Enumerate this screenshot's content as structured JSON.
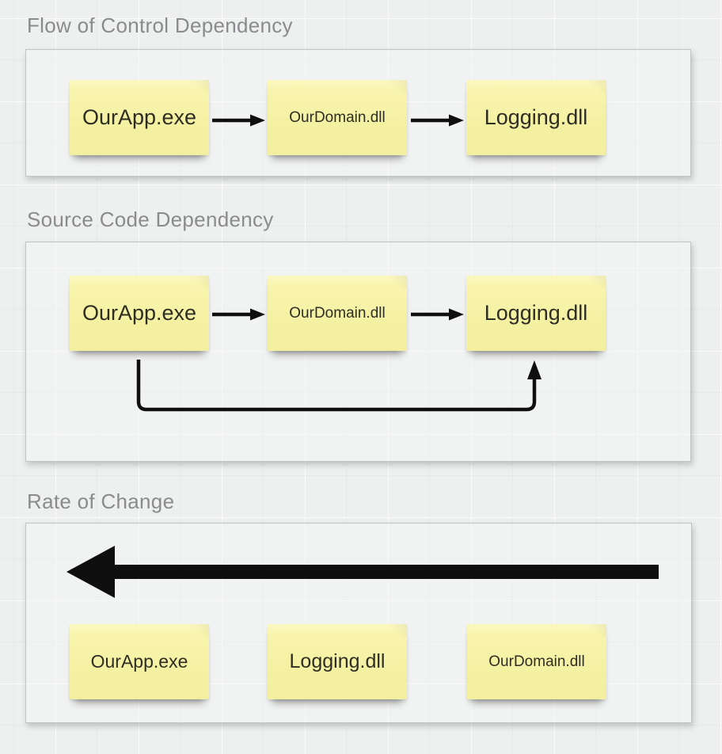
{
  "board": {
    "sections": [
      {
        "title": "Flow of Control Dependency",
        "notes": [
          {
            "label": "OurApp.exe"
          },
          {
            "label": "OurDomain.dll"
          },
          {
            "label": "Logging.dll"
          }
        ]
      },
      {
        "title": "Source Code Dependency",
        "notes": [
          {
            "label": "OurApp.exe"
          },
          {
            "label": "OurDomain.dll"
          },
          {
            "label": "Logging.dll"
          }
        ]
      },
      {
        "title": "Rate of Change",
        "notes": [
          {
            "label": "OurApp.exe"
          },
          {
            "label": "Logging.dll"
          },
          {
            "label": "OurDomain.dll"
          }
        ]
      }
    ],
    "colors": {
      "canvas_bg": "#eef0f0",
      "note_bg": "#f5f1a3",
      "note_text": "#2e2d24",
      "title_text": "#8b8b8d",
      "arrow": "#0f0f0f",
      "panel_border": "#c2c3c5"
    }
  }
}
